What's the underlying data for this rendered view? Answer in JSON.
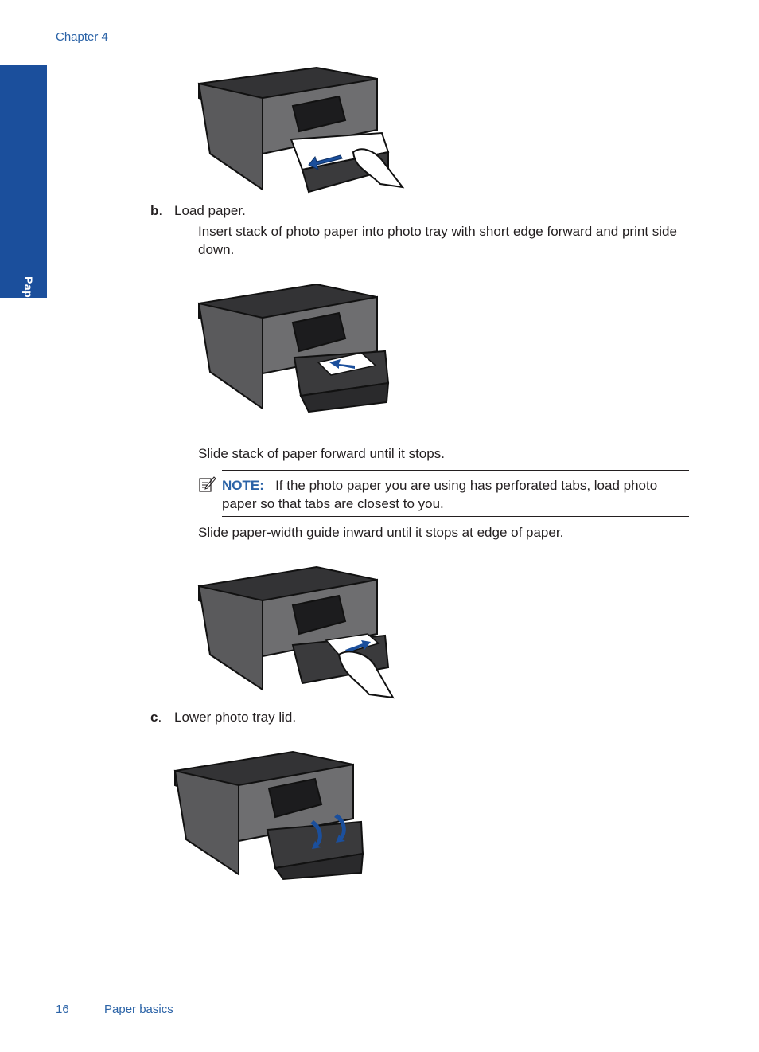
{
  "header": {
    "chapter": "Chapter 4"
  },
  "side_tab": {
    "label": "Paper basics"
  },
  "steps": {
    "b": {
      "letter": "b",
      "title": "Load paper.",
      "instruction1": "Insert stack of photo paper into photo tray with short edge forward and print side down.",
      "instruction2": "Slide stack of paper forward until it stops.",
      "note_label": "NOTE:",
      "note_text": "If the photo paper you are using has perforated tabs, load photo paper so that tabs are closest to you.",
      "instruction3": "Slide paper-width guide inward until it stops at edge of paper."
    },
    "c": {
      "letter": "c",
      "title": "Lower photo tray lid."
    }
  },
  "footer": {
    "page_number": "16",
    "section": "Paper basics"
  },
  "colors": {
    "accent_blue": "#1b4f9c",
    "link_blue": "#2b63a7",
    "printer_dark": "#4a4a4c"
  },
  "icons": [
    "note-icon",
    "arrow-icon"
  ]
}
